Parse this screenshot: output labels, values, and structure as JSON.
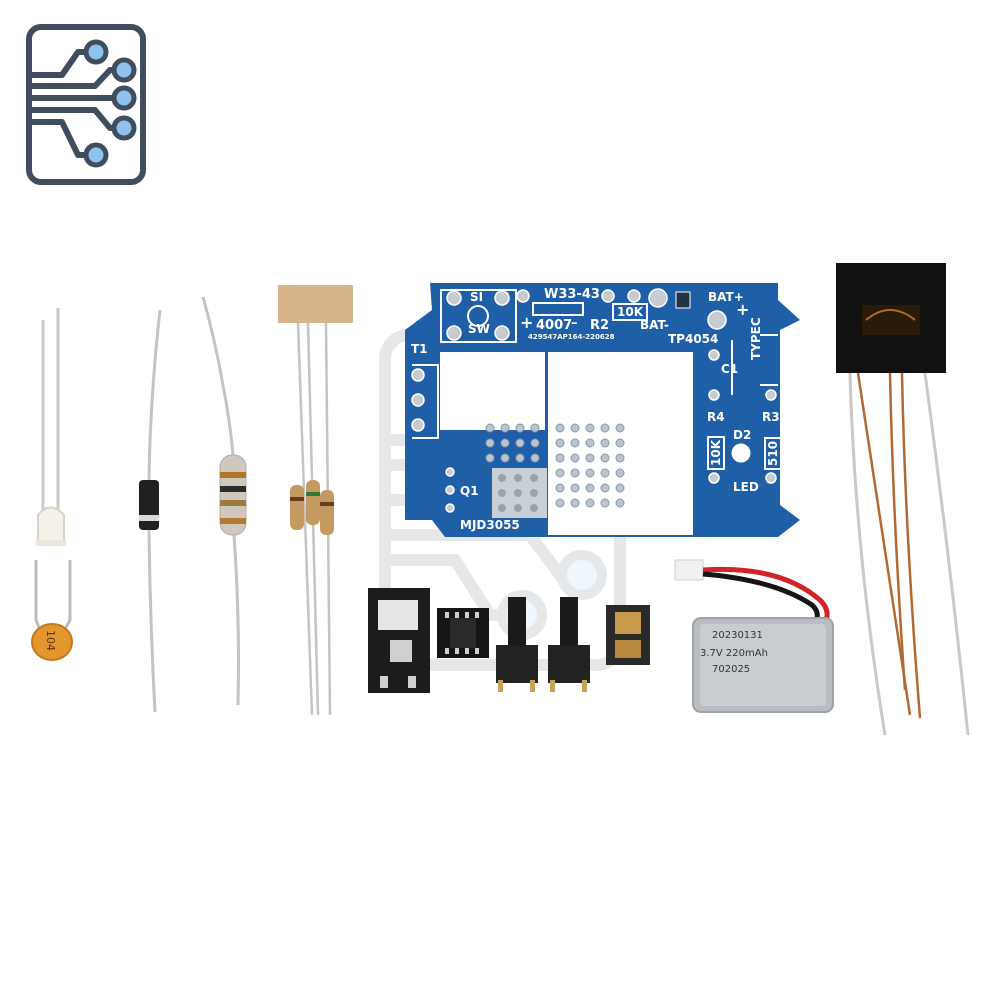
{
  "pcb": {
    "switch_top": "SI",
    "switch_bottom": "SW",
    "zener_label": "W33-43",
    "diode_plus": "+",
    "diode_value": "4007",
    "diode_minus": "–",
    "r2_label": "R2",
    "r2_value": "10K",
    "bat_plus": "BAT+",
    "bat_minus": "BAT-",
    "batch_code": "429547AP164-220628",
    "chip_label": "TP4054",
    "transformer_label": "T1",
    "c1_label": "C1",
    "typec_label": "TYPEC",
    "r4_label": "R4",
    "r4_value": "10K",
    "r3_label": "R3",
    "r3_value": "510",
    "d2_label": "D2",
    "led_label": "LED",
    "q1_label": "Q1",
    "transistor_label": "MJD3055",
    "plus_sign": "+"
  },
  "parts": {
    "capacitor_marking": "104",
    "battery_line1": "3.7V 220mAh",
    "battery_line2": "702025",
    "battery_line3": "20230131"
  },
  "colors": {
    "pcb_blue": "#1f5fa8",
    "pcb_silk": "#ffffff",
    "logo_stroke": "#3f4d5c",
    "logo_dot": "#8fc3ec",
    "wire_red": "#d2232a",
    "capacitor_orange": "#e4962e"
  },
  "icons": [
    "circuit-logo-icon"
  ]
}
